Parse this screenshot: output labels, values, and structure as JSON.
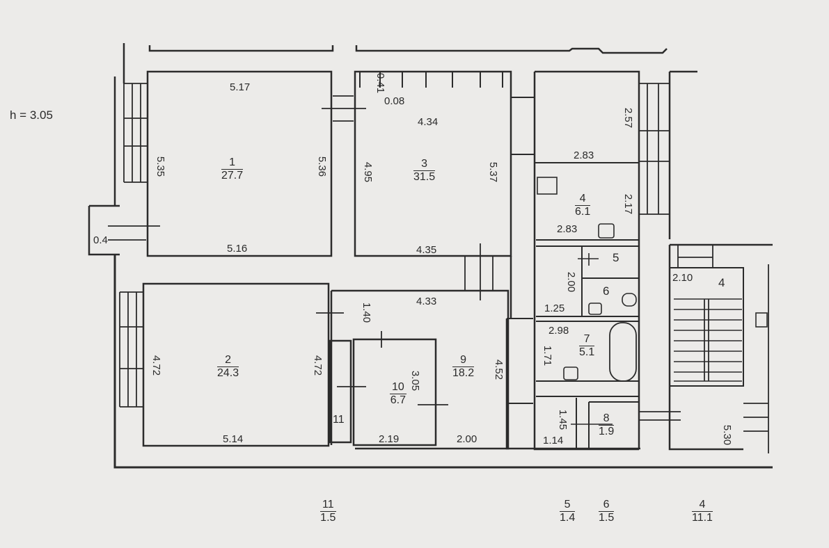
{
  "height_label": "h = 3.05",
  "rooms": [
    {
      "key": "r1",
      "num": "1",
      "area": "27.7"
    },
    {
      "key": "r2",
      "num": "2",
      "area": "24.3"
    },
    {
      "key": "r3",
      "num": "3",
      "area": "31.5"
    },
    {
      "key": "r4",
      "num": "4",
      "area": "6.1"
    },
    {
      "key": "r5",
      "num": "5"
    },
    {
      "key": "r6",
      "num": "6"
    },
    {
      "key": "r7",
      "num": "7",
      "area": "5.1"
    },
    {
      "key": "r8",
      "num": "8",
      "area": "1.9"
    },
    {
      "key": "r9",
      "num": "9",
      "area": "18.2"
    },
    {
      "key": "r10",
      "num": "10",
      "area": "6.7"
    },
    {
      "key": "r11",
      "num": "11"
    },
    {
      "key": "stair",
      "num": "4"
    }
  ],
  "dims": {
    "d517": "5.17",
    "d535": "5.35",
    "d536": "5.36",
    "d516": "5.16",
    "d04": "0.4",
    "d041": "0.41",
    "d008": "0.08",
    "d434": "4.34",
    "d495": "4.95",
    "d537": "5.37",
    "d435": "4.35",
    "d257": "2.57",
    "d283a": "2.83",
    "d217": "2.17",
    "d283b": "2.83",
    "d200": "2.00",
    "d125": "1.25",
    "d298": "2.98",
    "d171": "1.71",
    "d145": "1.45",
    "d114": "1.14",
    "d472a": "4.72",
    "d472b": "4.72",
    "d514": "5.14",
    "d433": "4.33",
    "d140": "1.40",
    "d305": "3.05",
    "d452": "4.52",
    "d219": "2.19",
    "d200b": "2.00",
    "d210": "2.10",
    "d530": "5.30"
  },
  "legend": [
    {
      "num": "11",
      "area": "1.5"
    },
    {
      "num": "5",
      "area": "1.4"
    },
    {
      "num": "6",
      "area": "1.5"
    },
    {
      "num": "4",
      "area": "11.1"
    }
  ]
}
